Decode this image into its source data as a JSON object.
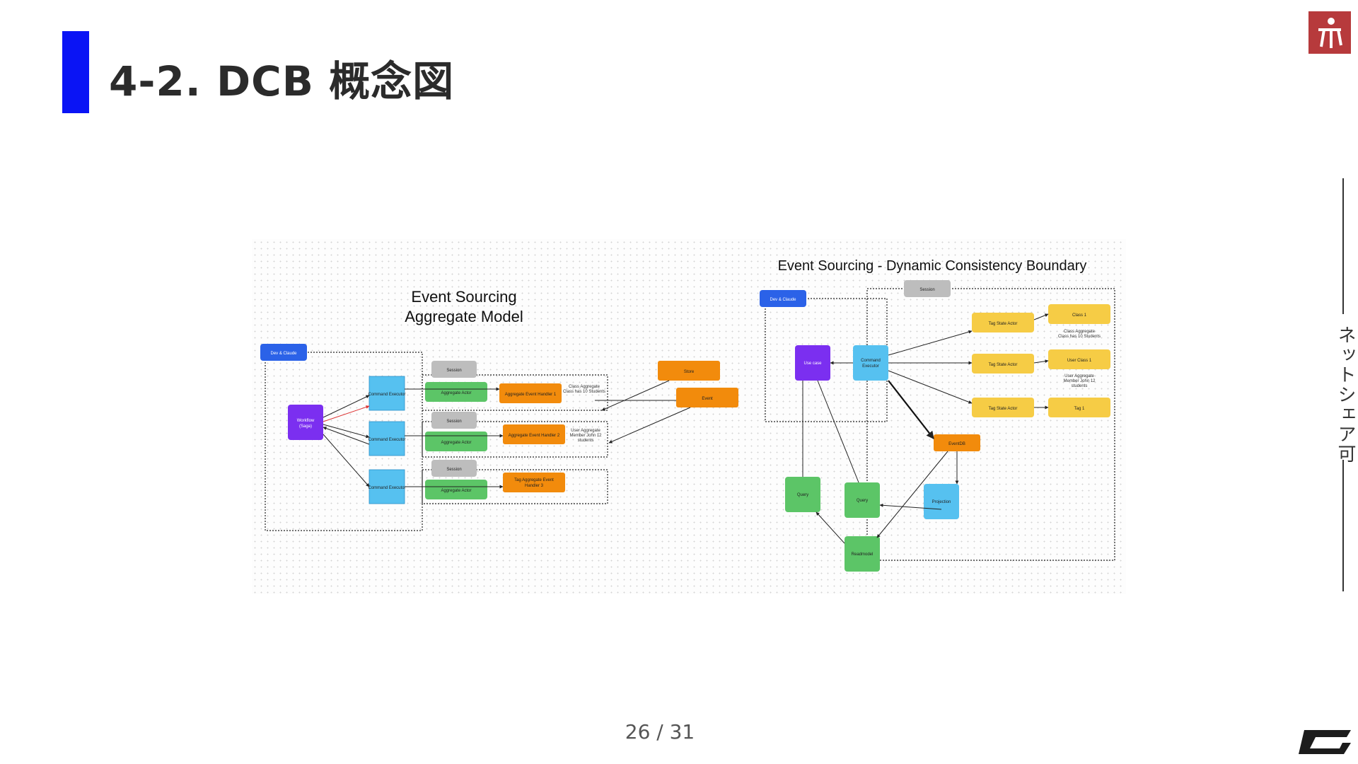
{
  "slide": {
    "title": "4-2. DCB 概念図",
    "side_text": "ネットシェア可",
    "page": "26 / 31"
  },
  "colors": {
    "accent": "#0a14f5",
    "dev_box": "#2b62e8",
    "purple": "#7b2ff0",
    "blue": "#56c1f0",
    "green": "#5cc567",
    "orange": "#f28b0c",
    "yellow": "#f6cc45",
    "gray": "#bdbdbd",
    "logo_red": "#b73a3c"
  },
  "left_diagram": {
    "heading_line1": "Event Sourcing",
    "heading_line2": "Aggregate Model",
    "dev_label": "Dev & Claude",
    "workflow_line1": "Workflow",
    "workflow_line2": "(Saga)",
    "command_executor": "Command Executor",
    "session": "Session",
    "aggregate_actor": "Aggregate Actor",
    "handler1": "Aggregate Event Handler 1",
    "handler2": "Aggregate Event Handler 2",
    "handler3_line1": "Tag Aggregate Event",
    "handler3_line2": "Handler 3",
    "note1_line1": "Class Aggregate",
    "note1_line2": "Class has 10 Students",
    "note2_line1": "User Aggregate",
    "note2_line2": "Member John 12",
    "note2_line3": "students",
    "store": "Store",
    "event": "Event"
  },
  "right_diagram": {
    "heading": "Event Sourcing - Dynamic Consistency Boundary",
    "dev_label": "Dev & Claude",
    "session": "Session",
    "use_case": "Use case",
    "command_executor_line1": "Command",
    "command_executor_line2": "Executor",
    "tag_state_actor": "Tag State Actor",
    "class1": "Class 1",
    "user_class1": "User Class 1",
    "tag1": "Tag 1",
    "note_class_line1": "Class Aggregate",
    "note_class_line2": "Class has 10 Students",
    "note_user_line1": "User Aggregate",
    "note_user_line2": "Member John 12",
    "note_user_line3": "students",
    "event_db": "EventDB",
    "projection": "Projection",
    "query": "Query",
    "query2": "Query",
    "read_model": "Readmodel"
  }
}
